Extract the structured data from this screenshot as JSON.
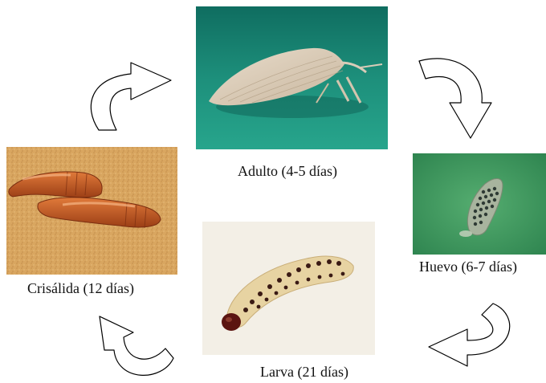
{
  "stages": {
    "adult": {
      "label": "Adulto (4-5 días)"
    },
    "egg": {
      "label": "Huevo (6-7 días)"
    },
    "larva": {
      "label": "Larva (21 días)"
    },
    "pupa": {
      "label": "Crisálida (12 días)"
    }
  },
  "colors": {
    "adult_bg": "#1f8f7a",
    "egg_bg": "#3f9a5c",
    "larva_bg": "#f3efe6",
    "pupa_bg": "#d9a660",
    "arrow_stroke": "#000000",
    "arrow_fill": "#ffffff"
  },
  "cycle_order": [
    "adult",
    "egg",
    "larva",
    "pupa"
  ]
}
